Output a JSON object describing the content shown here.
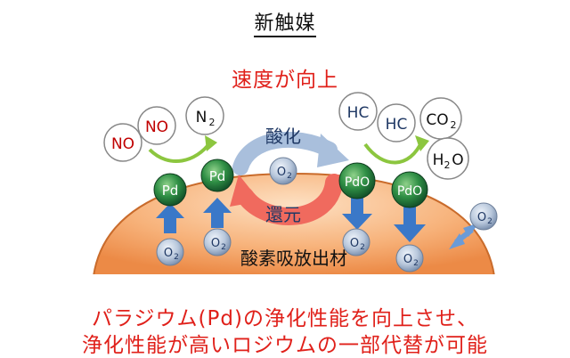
{
  "title": "新触媒",
  "speed_label": "速度が向上",
  "oxidation_label": "酸化",
  "reduction_label": "還元",
  "material_label": "酸素吸放出材",
  "molecules": {
    "no1": "NO",
    "no2": "NO",
    "n2_base": "N",
    "n2_sub": "2",
    "hc1": "HC",
    "hc2": "HC",
    "co2_base": "CO",
    "co2_sub": "2",
    "h2o_h": "H",
    "h2o_sub": "2",
    "h2o_o": "O"
  },
  "particles": {
    "pd1": "Pd",
    "pd2": "Pd",
    "pdo1": "PdO",
    "pdo2": "PdO"
  },
  "oxygen": {
    "base": "O",
    "sub": "2"
  },
  "caption_line1": "パラジウム(Pd)の浄化性能を向上させ、",
  "caption_line2": "浄化性能が高いロジウムの一部代替が可能",
  "colors": {
    "red": "#e0201a",
    "navy": "#1f3864",
    "green_particle": "#1e7a38",
    "blue_arrow": "#3a78c8",
    "material_orange": "#f4a261"
  }
}
